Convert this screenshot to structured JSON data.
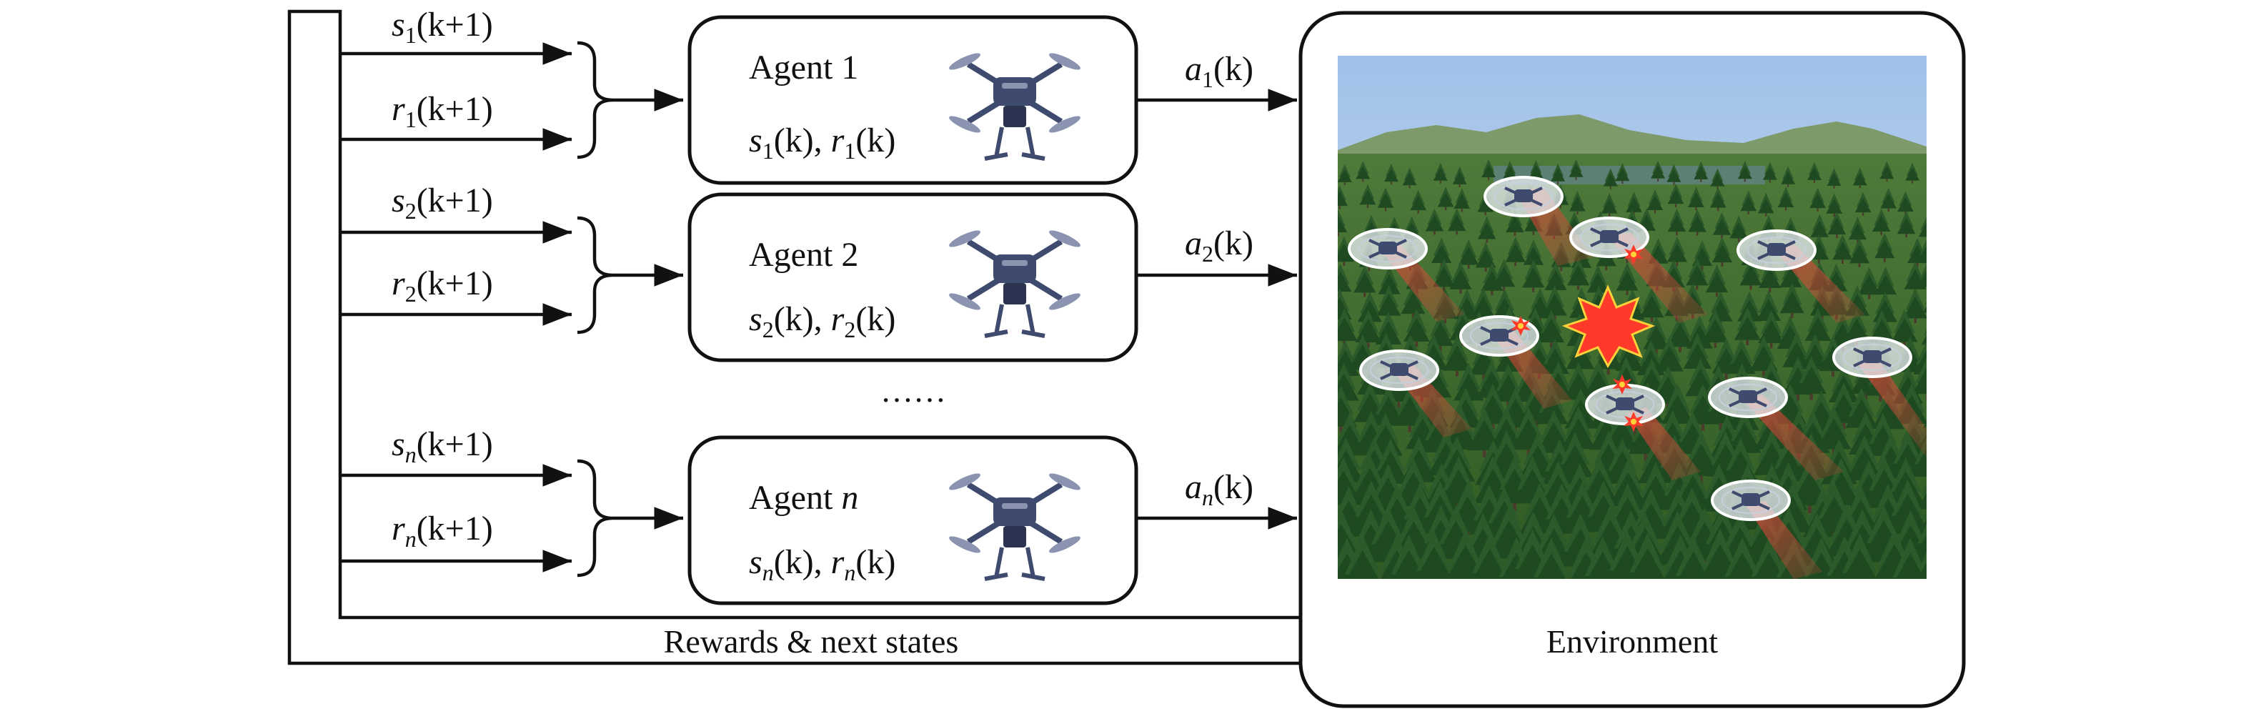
{
  "agents": [
    {
      "label_prefix": "Agent ",
      "index_label": "1",
      "index_italic": false,
      "in_state": {
        "sym": "s",
        "sub": "1",
        "arg": "(k+1)"
      },
      "in_reward": {
        "sym": "r",
        "sub": "1",
        "arg": "(k+1)"
      },
      "internal": {
        "s": "s",
        "s_sub": "1",
        "s_arg": "(k)",
        "sep": ", ",
        "r": "r",
        "r_sub": "1",
        "r_arg": "(k)"
      },
      "action": {
        "sym": "a",
        "sub": "1",
        "arg": "(k)"
      }
    },
    {
      "label_prefix": "Agent ",
      "index_label": "2",
      "index_italic": false,
      "in_state": {
        "sym": "s",
        "sub": "2",
        "arg": "(k+1)"
      },
      "in_reward": {
        "sym": "r",
        "sub": "2",
        "arg": "(k+1)"
      },
      "internal": {
        "s": "s",
        "s_sub": "2",
        "s_arg": "(k)",
        "sep": ", ",
        "r": "r",
        "r_sub": "2",
        "r_arg": "(k)"
      },
      "action": {
        "sym": "a",
        "sub": "2",
        "arg": "(k)"
      }
    },
    {
      "label_prefix": "Agent ",
      "index_label": "n",
      "index_italic": true,
      "in_state": {
        "sym": "s",
        "sub": "n",
        "arg": "(k+1)"
      },
      "in_reward": {
        "sym": "r",
        "sub": "n",
        "arg": "(k+1)"
      },
      "internal": {
        "s": "s",
        "s_sub": "n",
        "s_arg": "(k)",
        "sep": ", ",
        "r": "r",
        "r_sub": "n",
        "r_arg": "(k)"
      },
      "action": {
        "sym": "a",
        "sub": "n",
        "arg": "(k)"
      }
    }
  ],
  "ellipsis": "……",
  "feedback_label": "Rewards & next states",
  "environment_label": "Environment",
  "colors": {
    "sky": "#bcd3ee",
    "forest": "#3f6b2e",
    "beam": "#e8463a",
    "uav_body": "#3e4a6e",
    "explosion": "#ff3a2a"
  }
}
